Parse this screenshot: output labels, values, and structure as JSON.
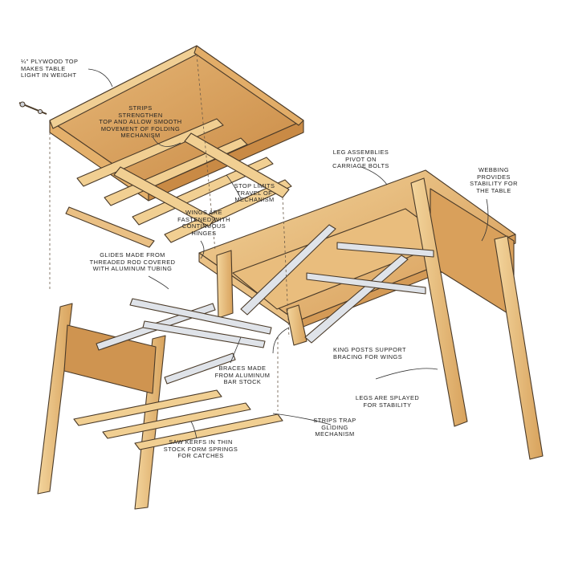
{
  "colors": {
    "wood": "#e9c27f",
    "wood_light": "#f4dba6",
    "wood_dark": "#c9954d",
    "plywood": "#dca463",
    "metal": "#d9dde4",
    "outline": "#4a3a28"
  },
  "labels": {
    "plywood_top": "¼\" PLYWOOD TOP\nMAKES TABLE\nLIGHT IN WEIGHT",
    "strips_strengthen": "STRIPS\nSTRENGTHEN\nTOP AND ALLOW SMOOTH\nMOVEMENT OF FOLDING\nMECHANISM",
    "leg_assemblies": "LEG ASSEMBLIES\nPIVOT ON\nCARRIAGE BOLTS",
    "webbing": "WEBBING\nPROVIDES\nSTABILITY FOR\nTHE TABLE",
    "stop_limits": "STOP LIMITS\nTRAVEL OF\nMECHANISM",
    "wings_fastened": "WINGS ARE\nFASTENED WITH\nCONTINUOUS\nHINGES",
    "glides": "GLIDES MADE FROM\nTHREADED ROD COVERED\nWITH ALUMINUM TUBING",
    "king_posts": "KING POSTS SUPPORT\nBRACING FOR WINGS",
    "braces": "BRACES MADE\nFROM ALUMINUM\nBAR STOCK",
    "legs_splayed": "LEGS ARE SPLAYED\nFOR STABILITY",
    "strips_trap": "STRIPS TRAP\nGLIDING\nMECHANISM",
    "saw_kerfs": "SAW KERFS IN THIN\nSTOCK FORM SPRINGS\nFOR CATCHES"
  }
}
